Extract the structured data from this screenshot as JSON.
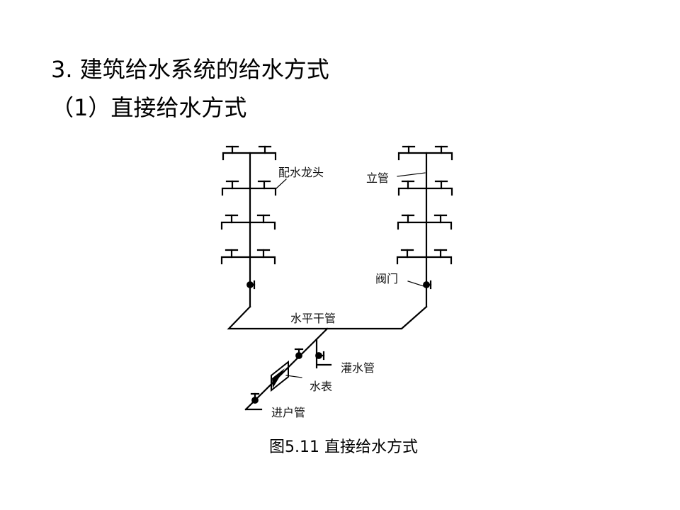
{
  "slide": {
    "heading": "3. 建筑给水系统的给水方式",
    "subheading": "（1）直接给水方式",
    "caption": "图5.11  直接给水方式"
  },
  "diagram": {
    "labels": {
      "faucet": "配水龙头",
      "riser": "立管",
      "valve": "阀门",
      "horizontal_main": "水平干管",
      "drain_pipe": "灌水管",
      "water_meter": "水表",
      "service_pipe": "进户管"
    },
    "risers": [
      {
        "name": "left-riser",
        "floors": 4
      },
      {
        "name": "right-riser",
        "floors": 4
      }
    ],
    "colors": {
      "line": "#000000",
      "background": "#ffffff"
    }
  }
}
